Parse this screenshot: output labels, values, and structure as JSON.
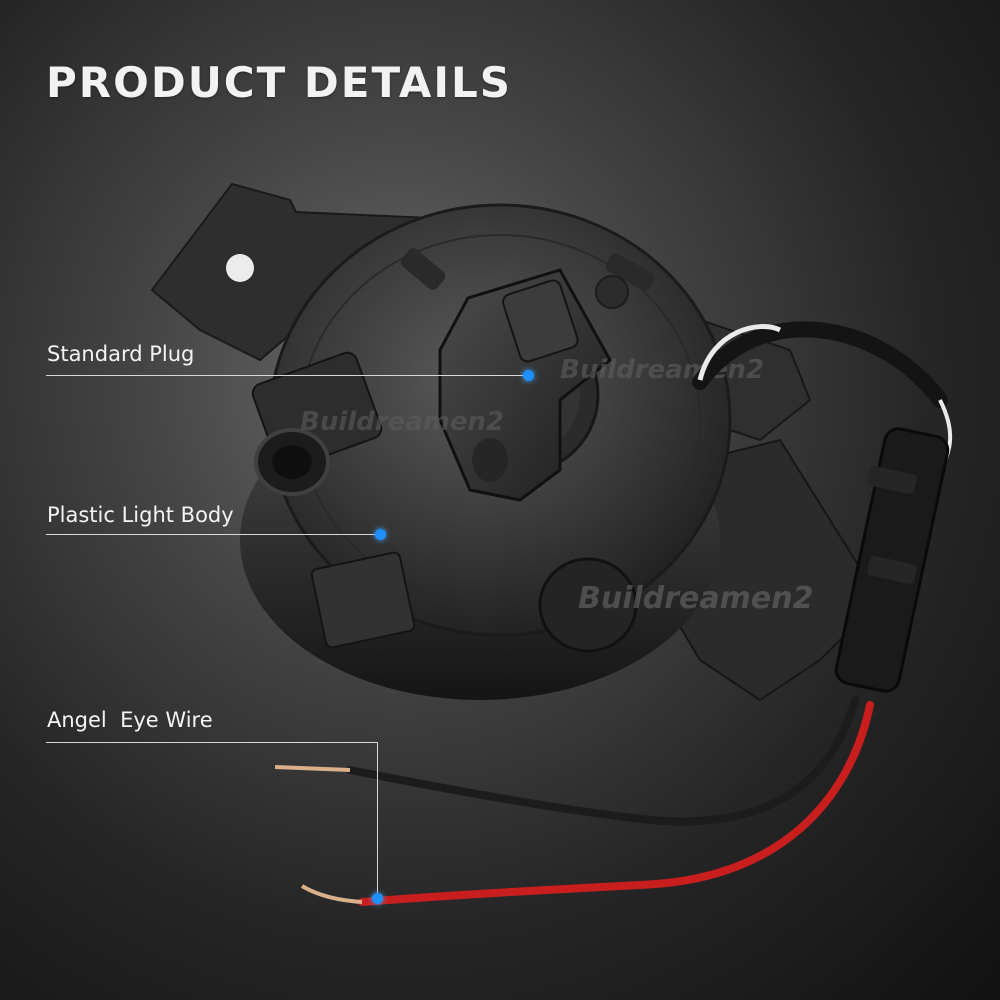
{
  "header": {
    "title": "PRODUCT DETAILS"
  },
  "callouts": [
    {
      "label": "Standard Plug"
    },
    {
      "label": "Plastic Light Body"
    },
    {
      "label": "Angel  Eye Wire"
    }
  ],
  "watermark": {
    "text": "Buildreamen2"
  },
  "colors": {
    "accent_dot": "#1e90ff",
    "wire_red": "#c81e1e",
    "wire_black": "#1c1c1c",
    "body_plastic": "#3a3a3a"
  },
  "icons": {
    "callout_dot": "blue-dot-icon"
  }
}
